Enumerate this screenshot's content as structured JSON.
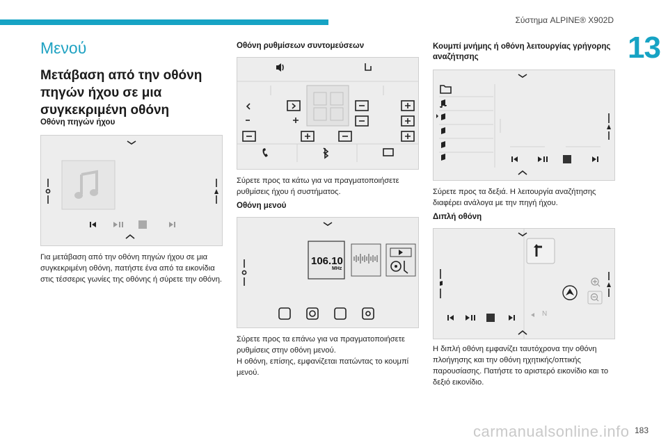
{
  "header": {
    "system": "Σύστημα ALPINE® X902D",
    "chapter": "13",
    "page_number": "183"
  },
  "menu_title": "Μενού",
  "section_heading": "Μετάβαση από την οθόνη πηγών ήχου σε μια συγκεκριμένη οθόνη",
  "col1": {
    "subheading": "Οθόνη πηγών ήχου",
    "text": "Για μετάβαση από την οθόνη πηγών ήχου σε μια συγκεκριμένη οθόνη, πατήστε ένα από τα εικονίδια στις τέσσερις γωνίες της οθόνης ή σύρετε την οθόνη."
  },
  "col2": {
    "subheading1": "Οθόνη ρυθμίσεων συντομεύσεων",
    "text1": "Σύρετε προς τα κάτω για να πραγματοποιήσετε ρυθμίσεις ήχου ή συστήματος.",
    "subheading2": "Οθόνη μενού",
    "frequency": "106.10",
    "frequency_unit": "MHz",
    "text2a": "Σύρετε προς τα επάνω για να πραγματοποιήσετε ρυθμίσεις στην οθόνη μενού.",
    "text2b": "Η οθόνη, επίσης, εμφανίζεται πατώντας το κουμπί μενού."
  },
  "col3": {
    "subheading1": "Κουμπί μνήμης ή οθόνη λειτουργίας γρήγορης αναζήτησης",
    "text1": "Σύρετε προς τα δεξιά. Η λειτουργία αναζήτησης διαφέρει ανάλογα με την πηγή ήχου.",
    "subheading2": "Διπλή οθόνη",
    "compass": "N",
    "text2": "Η διπλή οθόνη εμφανίζει ταυτόχρονα την οθόνη πλοήγησης και την οθόνη ηχητικής/οπτικής παρουσίασης. Πατήστε το αριστερό εικονίδιο και το δεξιό εικονίδιο."
  },
  "watermark": "carmanualsonline.info",
  "icons": [
    "chevron-down-icon",
    "chevron-up-icon",
    "search-icon",
    "navigation-arrow-icon",
    "music-note-icon",
    "previous-track-icon",
    "play-pause-icon",
    "equalizer-icon",
    "next-track-icon",
    "volume-icon",
    "settings-hand-icon",
    "bluetooth-icon",
    "phone-icon",
    "screen-icon",
    "folder-icon",
    "zoom-in-icon",
    "zoom-out-icon"
  ]
}
